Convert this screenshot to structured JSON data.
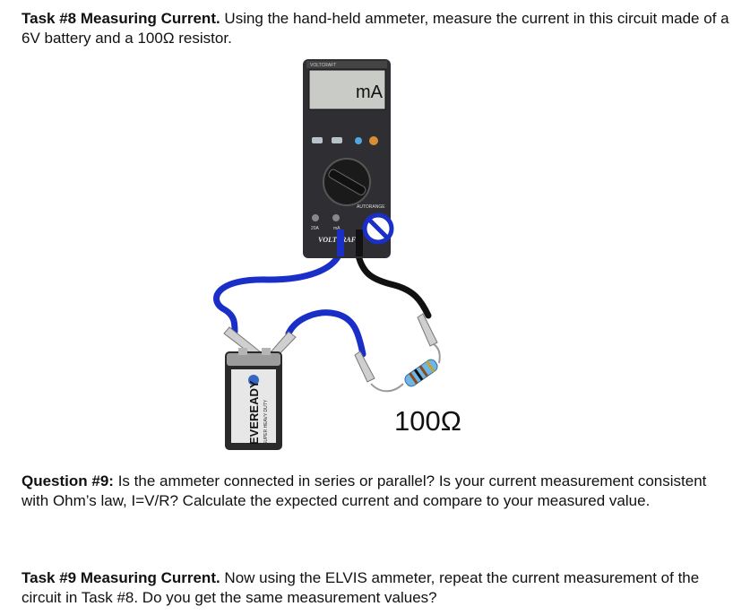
{
  "task8": {
    "heading": "Task #8 Measuring Current.",
    "text": " Using the hand-held ammeter, measure the current in this circuit made of a 6V battery and a 100Ω resistor."
  },
  "meter": {
    "display_unit": "mA",
    "brand": "VOLTCRAFT",
    "range_label": "AUTORANGE",
    "jack_a": "20A",
    "jack_ma": "mA"
  },
  "battery": {
    "brand": "EVEREADY",
    "subtitle": "SUPER HEAVY DUTY"
  },
  "resistor": {
    "label": "100Ω"
  },
  "question9": {
    "heading": "Question #9:",
    "text": " Is the ammeter connected in series or parallel? Is your current measurement consistent with Ohm’s law, I=V/R? Calculate the expected current and compare to your measured value."
  },
  "task9": {
    "heading": "Task #9 Measuring Current.",
    "text": " Now using the ELVIS ammeter, repeat the current measurement of the circuit in Task #8. Do you get the same measurement values?"
  }
}
